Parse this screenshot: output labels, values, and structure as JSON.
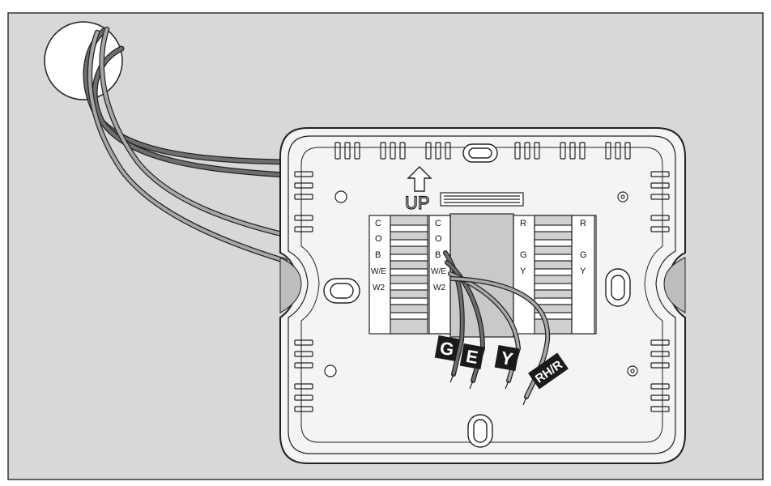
{
  "up_label": "UP",
  "terminal_blocks": {
    "left_outer": [
      "C",
      "O",
      "B",
      "W/E",
      "W2"
    ],
    "left_inner": [
      "C",
      "O",
      "B",
      "W/E",
      "W2"
    ],
    "right_inner": [
      "R",
      "G",
      "Y"
    ],
    "right_outer": [
      "R",
      "G",
      "Y"
    ]
  },
  "wire_tags": [
    {
      "text": "G"
    },
    {
      "text": "E"
    },
    {
      "text": "Y"
    },
    {
      "text": "RH/R"
    }
  ],
  "colors": {
    "wall": "#d8d8d8",
    "plate": "#f4f4f4",
    "wire_dark": "#6e6e6e",
    "wire_light": "#a8a8a8",
    "terminal": "#c9c9c9",
    "tag": "#1a1a1a"
  }
}
